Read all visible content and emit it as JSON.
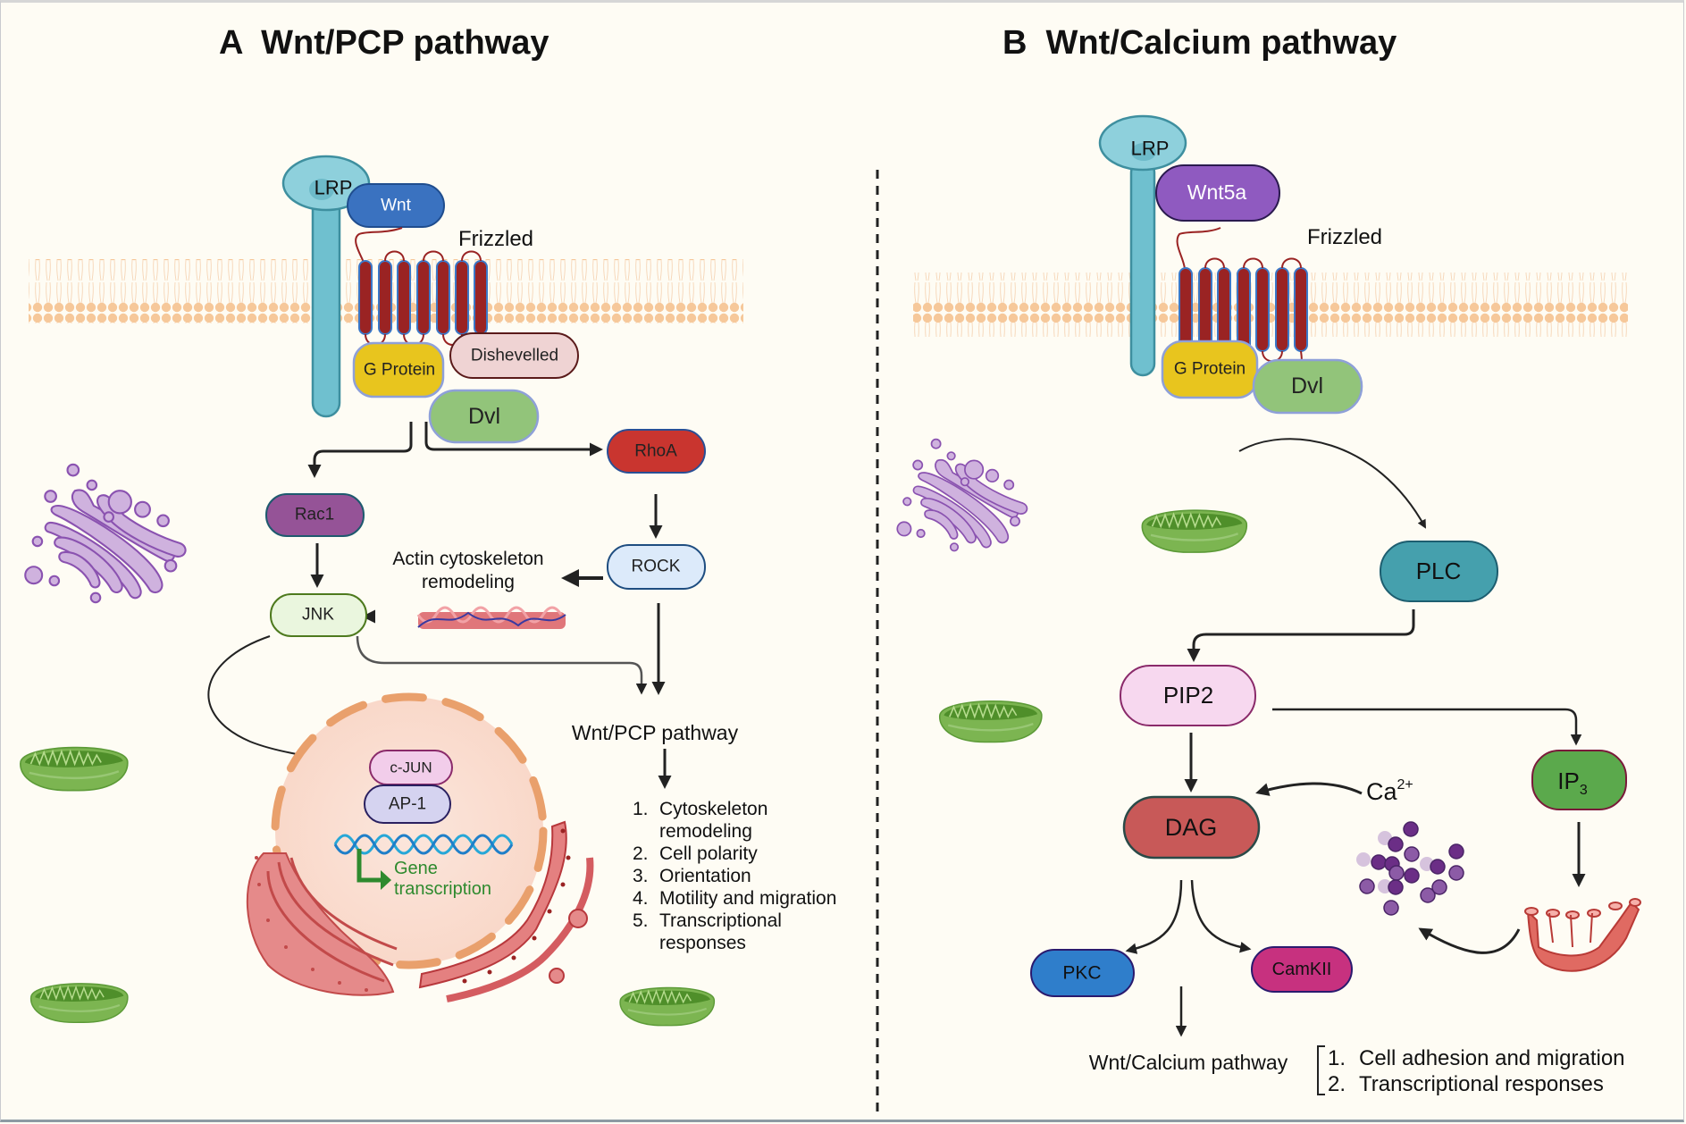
{
  "panels": {
    "a": {
      "title": "A  Wnt/PCP pathway",
      "lrp": "LRP",
      "wnt": "Wnt",
      "frizzled": "Frizzled",
      "g_protein": "G Protein",
      "dishevelled": "Dishevelled",
      "dvl": "Dvl",
      "rhoa": "RhoA",
      "rac1": "Rac1",
      "rock": "ROCK",
      "jnk": "JNK",
      "actin_line1": "Actin cytoskeleton",
      "actin_line2": "remodeling",
      "c_jun": "c-JUN",
      "ap1": "AP-1",
      "gene_line1": "Gene",
      "gene_line2": "transcription",
      "pathway_label": "Wnt/PCP pathway",
      "outcomes": [
        {
          "num": "1.",
          "lines": [
            "Cytoskeleton",
            "remodeling"
          ]
        },
        {
          "num": "2.",
          "lines": [
            "Cell polarity"
          ]
        },
        {
          "num": "3.",
          "lines": [
            "Orientation"
          ]
        },
        {
          "num": "4.",
          "lines": [
            "Motility and migration"
          ]
        },
        {
          "num": "5.",
          "lines": [
            "Transcriptional",
            "responses"
          ]
        }
      ]
    },
    "b": {
      "title": "B  Wnt/Calcium pathway",
      "lrp": "LRP",
      "wnt5a": "Wnt5a",
      "frizzled": "Frizzled",
      "g_protein": "G Protein",
      "dvl": "Dvl",
      "plc": "PLC",
      "pip2": "PIP2",
      "ip3_base": "IP",
      "ip3_sub": "3",
      "dag": "DAG",
      "ca_base": "Ca",
      "ca_sup": "2+",
      "pkc": "PKC",
      "camkii": "CamKII",
      "pathway_label": "Wnt/Calcium pathway",
      "outcomes": [
        {
          "num": "1.",
          "text": "Cell adhesion and migration"
        },
        {
          "num": "2.",
          "text": "Transcriptional responses"
        }
      ]
    }
  },
  "colors": {
    "background": "#fefcf4",
    "lrp": "#6fc0cf",
    "wnt": "#3a72c0",
    "wnt5a": "#8f5ac0",
    "frizzled": "#9a2323",
    "g_protein": "#e8c51e",
    "dishevelled": "#efd3d3",
    "dvl": "#92c47a",
    "rhoa": "#c9352f",
    "rac1": "#955397",
    "rock": "#dceafa",
    "jnk": "#eaf6de",
    "c_jun": "#f2cdea",
    "ap1": "#d5d3f0",
    "nucleus": "#fbdfd2",
    "nuclear_envelope": "#e9a06c",
    "plc": "#45a0ad",
    "pip2": "#f7d8ef",
    "ip3": "#5ba94c",
    "dag": "#c85958",
    "pkc": "#2f7ecb",
    "camkii": "#c7317f",
    "gene_text": "#2e8a2e",
    "membrane": "#f6c89a"
  },
  "icons": [
    "golgi-icon",
    "mitochondrion-icon",
    "endoplasmic-reticulum-icon",
    "dna-icon",
    "actin-filament-icon",
    "calcium-ions-icon"
  ]
}
